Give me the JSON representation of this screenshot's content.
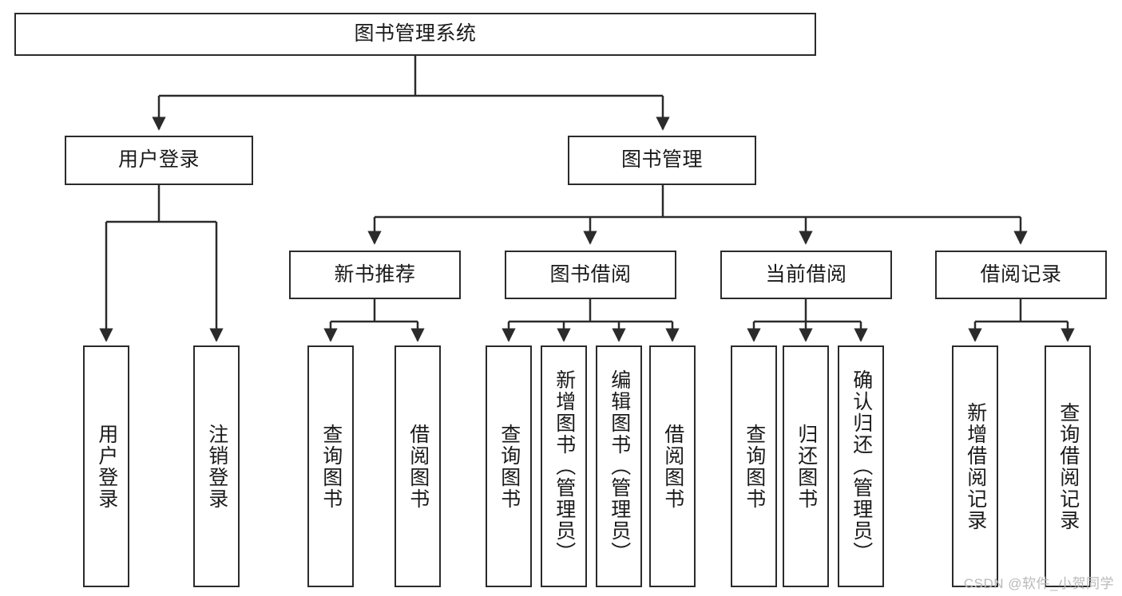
{
  "diagram": {
    "title_node": {
      "label": "图书管理系统"
    },
    "level2": [
      {
        "id": "user-login",
        "label": "用户登录"
      },
      {
        "id": "book-management",
        "label": "图书管理"
      }
    ],
    "level3": [
      {
        "id": "new-book-recommend",
        "label": "新书推荐"
      },
      {
        "id": "book-borrow",
        "label": "图书借阅"
      },
      {
        "id": "current-borrow",
        "label": "当前借阅"
      },
      {
        "id": "borrow-record",
        "label": "借阅记录"
      }
    ],
    "leaves": [
      {
        "id": "leaf-user-login",
        "label": "用户登录"
      },
      {
        "id": "leaf-logout-login",
        "label": "注销登录"
      },
      {
        "id": "leaf-query-book-1",
        "label": "查询图书"
      },
      {
        "id": "leaf-borrow-book-1",
        "label": "借阅图书"
      },
      {
        "id": "leaf-query-book-2",
        "label": "查询图书"
      },
      {
        "id": "leaf-add-book-admin",
        "label": "新增图书（管理员）"
      },
      {
        "id": "leaf-edit-book-admin",
        "label": "编辑图书（管理员）"
      },
      {
        "id": "leaf-borrow-book-2",
        "label": "借阅图书"
      },
      {
        "id": "leaf-query-book-3",
        "label": "查询图书"
      },
      {
        "id": "leaf-return-book",
        "label": "归还图书"
      },
      {
        "id": "leaf-confirm-return-admin",
        "label": "确认归还（管理员）"
      },
      {
        "id": "leaf-add-borrow-record",
        "label": "新增借阅记录"
      },
      {
        "id": "leaf-query-borrow-record",
        "label": "查询借阅记录"
      }
    ],
    "watermark": "CSDN @软件_小贺同学",
    "colors": {
      "stroke": "#2b2b2b",
      "fill": "#ffffff",
      "text": "#1a1a1a",
      "watermark": "#b9b9b9"
    }
  }
}
